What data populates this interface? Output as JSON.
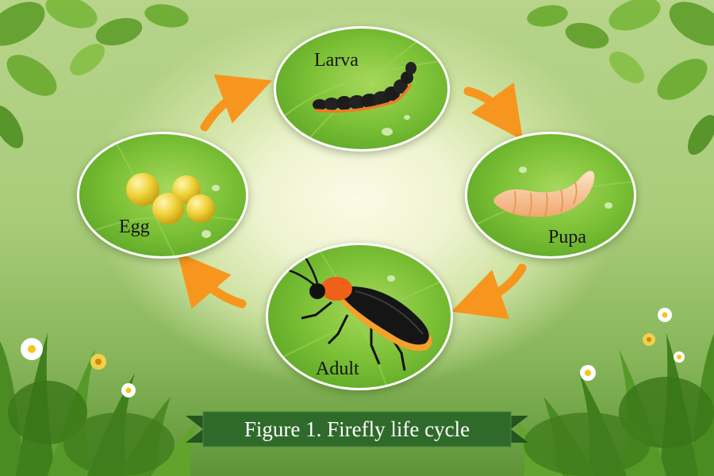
{
  "figure": {
    "caption": "Figure 1. Firefly life cycle",
    "stages": [
      {
        "id": "larva",
        "label": "Larva"
      },
      {
        "id": "pupa",
        "label": "Pupa"
      },
      {
        "id": "adult",
        "label": "Adult"
      },
      {
        "id": "egg",
        "label": "Egg"
      }
    ],
    "cycle_order": [
      "Egg",
      "Larva",
      "Pupa",
      "Adult"
    ]
  },
  "colors": {
    "arrow": "#f7961e",
    "banner": "#2f6a2a",
    "circle_border": "#ffffff",
    "leaf": "#7cc136"
  },
  "icons": {
    "larva": "larva-illustration",
    "pupa": "pupa-illustration",
    "adult": "firefly-illustration",
    "egg": "eggs-illustration"
  }
}
